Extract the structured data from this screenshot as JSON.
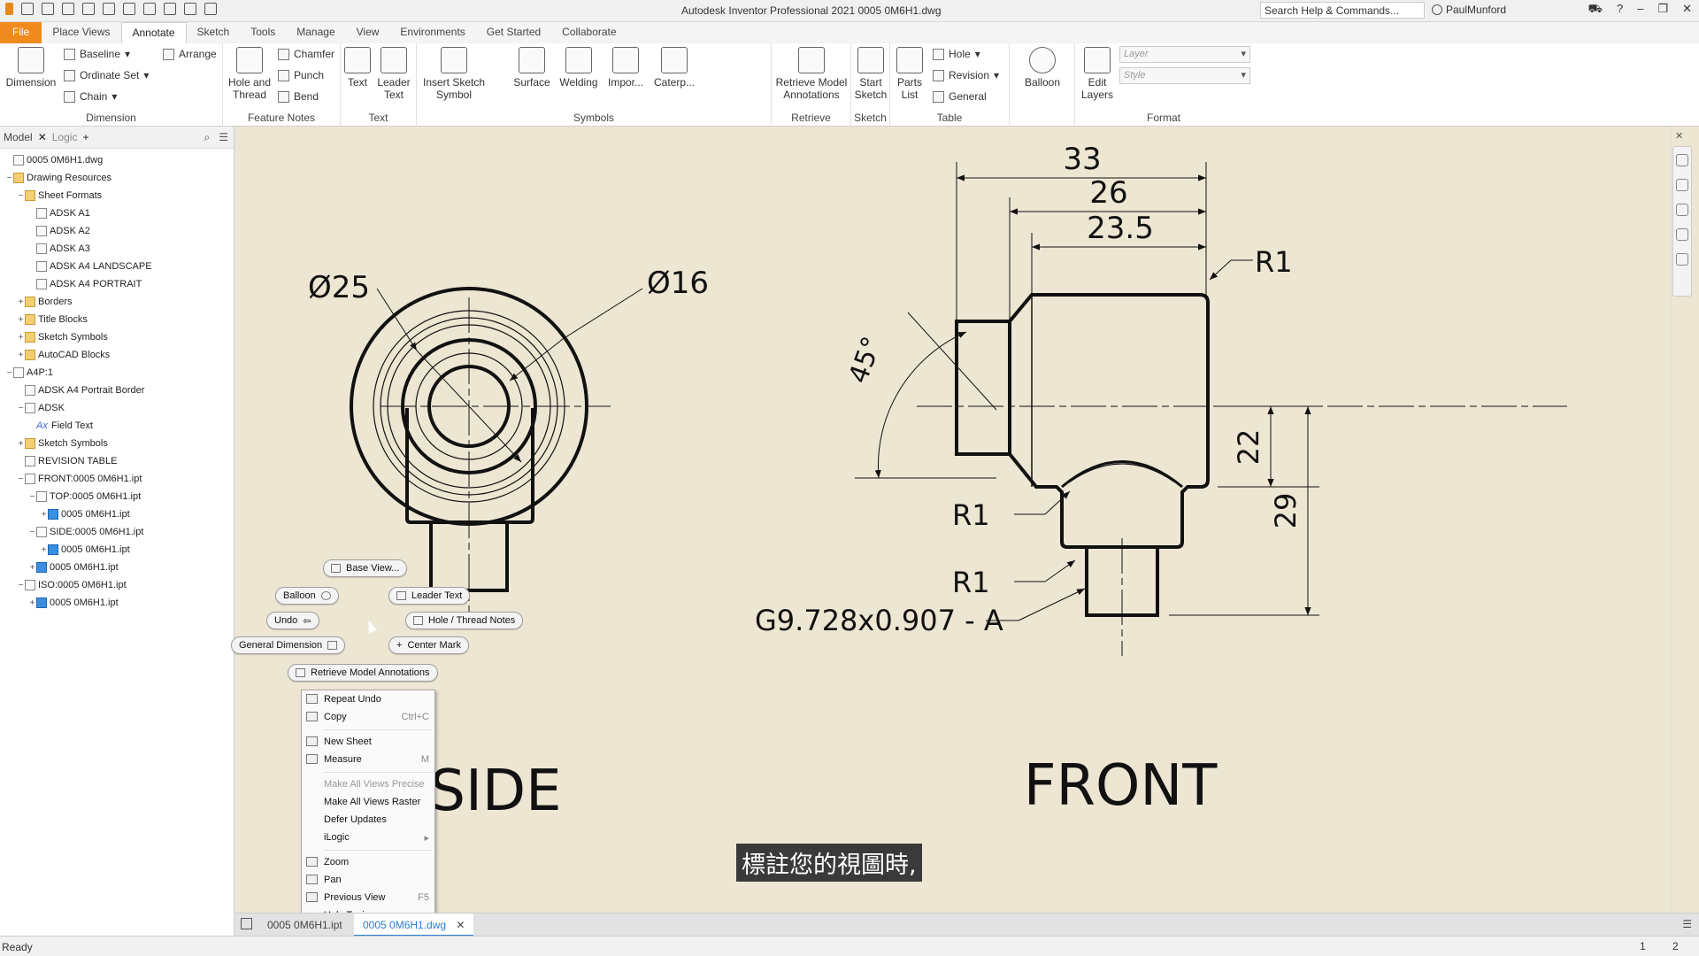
{
  "app": {
    "title": "Autodesk Inventor Professional 2021   0005 0M6H1.dwg",
    "search_placeholder": "Search Help & Commands...",
    "user": "PaulMunford"
  },
  "ribbon_tabs": [
    "File",
    "Place Views",
    "Annotate",
    "Sketch",
    "Tools",
    "Manage",
    "View",
    "Environments",
    "Get Started",
    "Collaborate"
  ],
  "ribbon": {
    "dimension": {
      "big": "Dimension",
      "baseline": "Baseline",
      "ordinate": "Ordinate Set",
      "chain": "Chain",
      "arrange": "Arrange",
      "label": "Dimension"
    },
    "feature_notes": {
      "hole": "Hole and Thread",
      "chamfer": "Chamfer",
      "punch": "Punch",
      "bend": "Bend",
      "label": "Feature Notes"
    },
    "text": {
      "text": "Text",
      "leader": "Leader Text",
      "label": "Text"
    },
    "symbols": {
      "insert": "Insert Sketch Symbol",
      "surface": "Surface",
      "welding": "Welding",
      "import": "Impor...",
      "caterp": "Caterp...",
      "label": "Symbols"
    },
    "retrieve": {
      "btn": "Retrieve Model Annotations",
      "label": "Retrieve"
    },
    "sketch": {
      "btn": "Start Sketch",
      "label": "Sketch"
    },
    "table": {
      "parts": "Parts List",
      "hole": "Hole",
      "revision": "Revision",
      "general": "General",
      "label": "Table"
    },
    "balloon": {
      "btn": "Balloon"
    },
    "format": {
      "edit": "Edit Layers",
      "layer": "Layer",
      "style": "Style",
      "label": "Format"
    }
  },
  "browser": {
    "tab_model": "Model",
    "tab_logic": "Logic",
    "tree": [
      {
        "label": "0005 0M6H1.dwg",
        "icon": "dwg",
        "indent": 0,
        "ex": ""
      },
      {
        "label": "Drawing Resources",
        "icon": "folder",
        "indent": 0,
        "ex": "−"
      },
      {
        "label": "Sheet Formats",
        "icon": "folder",
        "indent": 1,
        "ex": "−"
      },
      {
        "label": "ADSK A1",
        "icon": "sheet",
        "indent": 2,
        "ex": ""
      },
      {
        "label": "ADSK A2",
        "icon": "sheet",
        "indent": 2,
        "ex": ""
      },
      {
        "label": "ADSK A3",
        "icon": "sheet",
        "indent": 2,
        "ex": ""
      },
      {
        "label": "ADSK A4 LANDSCAPE",
        "icon": "sheet",
        "indent": 2,
        "ex": ""
      },
      {
        "label": "ADSK A4 PORTRAIT",
        "icon": "sheet",
        "indent": 2,
        "ex": ""
      },
      {
        "label": "Borders",
        "icon": "folder",
        "indent": 1,
        "ex": "+"
      },
      {
        "label": "Title Blocks",
        "icon": "folder",
        "indent": 1,
        "ex": "+"
      },
      {
        "label": "Sketch Symbols",
        "icon": "folder",
        "indent": 1,
        "ex": "+"
      },
      {
        "label": "AutoCAD Blocks",
        "icon": "folder",
        "indent": 1,
        "ex": "+"
      },
      {
        "label": "A4P:1",
        "icon": "sheet",
        "indent": 0,
        "ex": "−"
      },
      {
        "label": "ADSK A4 Portrait Border",
        "icon": "sheet",
        "indent": 1,
        "ex": ""
      },
      {
        "label": "ADSK",
        "icon": "sheet",
        "indent": 1,
        "ex": "−"
      },
      {
        "label": "Field Text",
        "icon": "fx",
        "indent": 2,
        "ex": ""
      },
      {
        "label": "Sketch Symbols",
        "icon": "folder",
        "indent": 1,
        "ex": "+"
      },
      {
        "label": "REVISION TABLE",
        "icon": "table",
        "indent": 1,
        "ex": ""
      },
      {
        "label": "FRONT:0005 0M6H1.ipt",
        "icon": "view",
        "indent": 1,
        "ex": "−"
      },
      {
        "label": "TOP:0005 0M6H1.ipt",
        "icon": "view",
        "indent": 2,
        "ex": "−"
      },
      {
        "label": "0005 0M6H1.ipt",
        "icon": "part",
        "indent": 3,
        "ex": "+"
      },
      {
        "label": "SIDE:0005 0M6H1.ipt",
        "icon": "view",
        "indent": 2,
        "ex": "−"
      },
      {
        "label": "0005 0M6H1.ipt",
        "icon": "part",
        "indent": 3,
        "ex": "+"
      },
      {
        "label": "0005 0M6H1.ipt",
        "icon": "part",
        "indent": 2,
        "ex": "+"
      },
      {
        "label": "ISO:0005 0M6H1.ipt",
        "icon": "view",
        "indent": 1,
        "ex": "−"
      },
      {
        "label": "0005 0M6H1.ipt",
        "icon": "part",
        "indent": 2,
        "ex": "+"
      }
    ]
  },
  "marking_menu": {
    "base_view": "Base View...",
    "balloon": "Balloon",
    "leader_text": "Leader Text",
    "undo": "Undo",
    "hole_thread": "Hole / Thread Notes",
    "general_dimension": "General Dimension",
    "center_mark": "Center Mark",
    "retrieve": "Retrieve Model Annotations"
  },
  "context_menu": [
    {
      "label": "Repeat Undo",
      "shortcut": "",
      "disabled": false,
      "icon": true
    },
    {
      "label": "Copy",
      "shortcut": "Ctrl+C",
      "disabled": false,
      "icon": true
    },
    {
      "label": "New Sheet",
      "shortcut": "",
      "disabled": false,
      "icon": true
    },
    {
      "label": "Measure",
      "shortcut": "M",
      "disabled": false,
      "icon": true
    },
    {
      "label": "Make All Views Precise",
      "shortcut": "",
      "disabled": true,
      "icon": false
    },
    {
      "label": "Make All Views Raster",
      "shortcut": "",
      "disabled": false,
      "icon": false
    },
    {
      "label": "Defer Updates",
      "shortcut": "",
      "disabled": false,
      "icon": false
    },
    {
      "label": "iLogic",
      "shortcut": "▸",
      "disabled": false,
      "icon": false
    },
    {
      "label": "Zoom",
      "shortcut": "",
      "disabled": false,
      "icon": true
    },
    {
      "label": "Pan",
      "shortcut": "",
      "disabled": false,
      "icon": true
    },
    {
      "label": "Previous View",
      "shortcut": "F5",
      "disabled": false,
      "icon": true
    },
    {
      "label": "Help Topics...",
      "shortcut": "",
      "disabled": false,
      "icon": false
    }
  ],
  "drawing": {
    "side_label": "SIDE",
    "front_label": "FRONT",
    "dia25": "Ø25",
    "dia16": "Ø16",
    "d33": "33",
    "d26": "26",
    "d23_5": "23.5",
    "r1_top": "R1",
    "angle": "45°",
    "r1_mid": "R1",
    "r1_low": "R1",
    "d22": "22",
    "d29": "29",
    "thread": "G9.728x0.907 - A"
  },
  "subtitle": "標註您的視圖時,",
  "doc_tabs": {
    "tab1": "0005 0M6H1.ipt",
    "tab2": "0005 0M6H1.dwg"
  },
  "status": {
    "text": "Ready",
    "page1": "1",
    "page2": "2"
  },
  "colors": {
    "accent_orange": "#f08a1c",
    "sheet_bg": "#ede6d3",
    "active_tab_blue": "#2b7ed6"
  }
}
